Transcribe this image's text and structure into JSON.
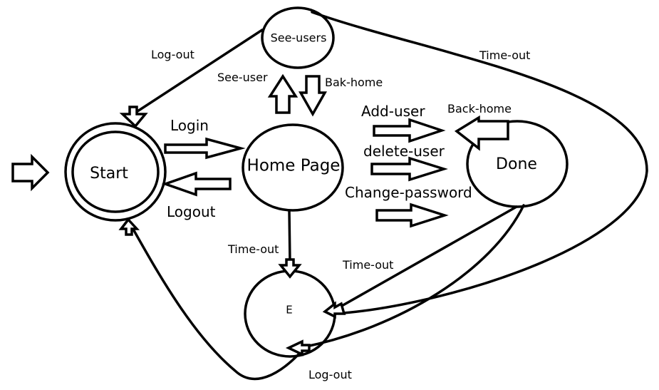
{
  "diagram": {
    "nodes": {
      "start": "Start",
      "home": "Home Page",
      "see_users": "See-users",
      "done": "Done",
      "e": "E"
    },
    "edges": {
      "login": "Login",
      "logout": "Logout",
      "see_user": "See-user",
      "bak_home": "Bak-home",
      "add_user": "Add-user",
      "delete_user": "delete-user",
      "change_password": "Change-password",
      "back_home": "Back-home",
      "log_out_top": "Log-out",
      "log_out_bottom": "Log-out",
      "time_out_home": "Time-out",
      "time_out_done": "Time-out",
      "time_out_top": "Time-out"
    }
  }
}
